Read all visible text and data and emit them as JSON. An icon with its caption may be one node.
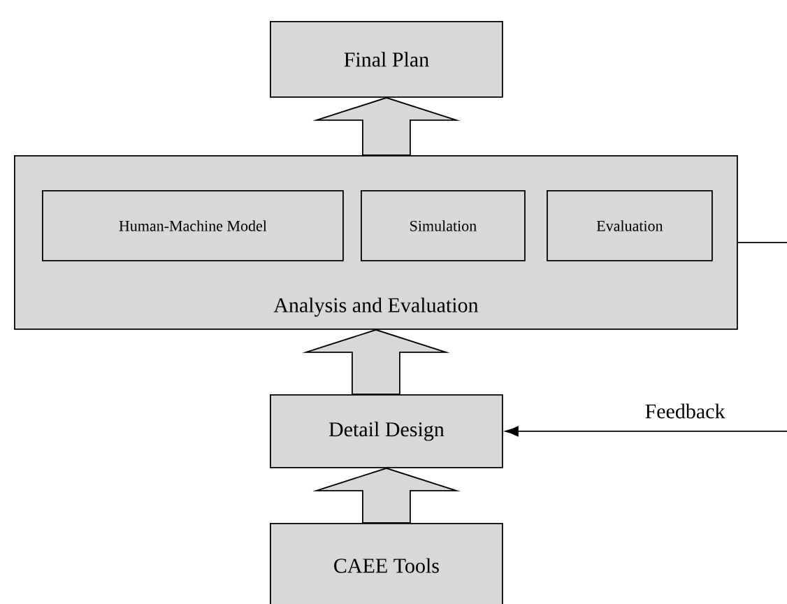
{
  "diagram": {
    "nodes": [
      {
        "text": [
          "Final Plan"
        ]
      },
      {
        "text": [
          "Analysis and Evaluation"
        ]
      },
      {
        "text": [
          "Human-Machine Model"
        ],
        "in": 1
      },
      {
        "text": [
          "Simulation"
        ],
        "in": 1
      },
      {
        "text": [
          "Evaluation"
        ],
        "in": 1
      },
      {
        "text": [
          "Detail Design"
        ]
      },
      {
        "text": [
          "CAEE Tools"
        ]
      }
    ],
    "edges": [
      {
        "from": 6,
        "to": 5,
        "arrow": "to",
        "style": "thick"
      },
      {
        "from": 5,
        "to": 1,
        "arrow": "to",
        "style": "thick"
      },
      {
        "from": 1,
        "to": 0,
        "arrow": "to",
        "style": "thick"
      },
      {
        "from": 1,
        "to": null,
        "arrow": "none"
      },
      {
        "from": null,
        "to": 5,
        "arrow": "to",
        "label": "Feedback"
      }
    ]
  }
}
